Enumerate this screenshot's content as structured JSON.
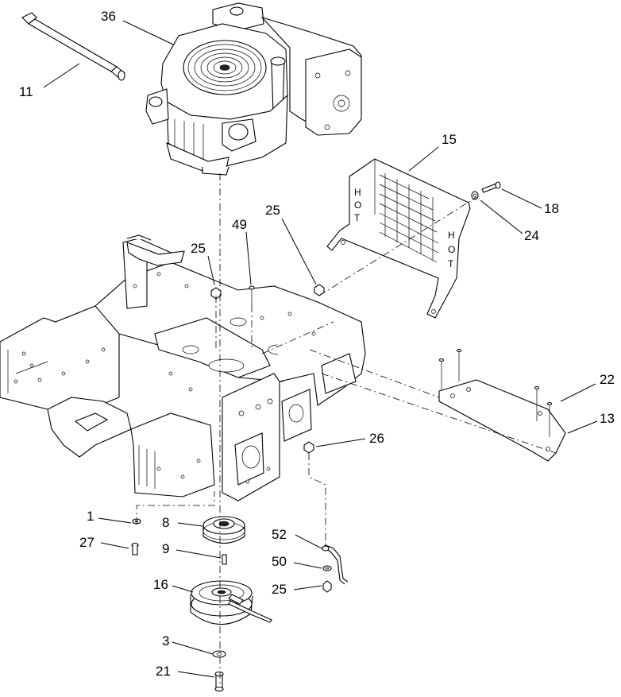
{
  "diagram": {
    "callouts": [
      {
        "id": "c36",
        "text": "36"
      },
      {
        "id": "c11",
        "text": "11"
      },
      {
        "id": "c15",
        "text": "15"
      },
      {
        "id": "c18",
        "text": "18"
      },
      {
        "id": "c24",
        "text": "24"
      },
      {
        "id": "c25a",
        "text": "25"
      },
      {
        "id": "c49",
        "text": "49"
      },
      {
        "id": "c25b",
        "text": "25"
      },
      {
        "id": "c22",
        "text": "22"
      },
      {
        "id": "c13",
        "text": "13"
      },
      {
        "id": "c26",
        "text": "26"
      },
      {
        "id": "c1",
        "text": "1"
      },
      {
        "id": "c8",
        "text": "8"
      },
      {
        "id": "c27",
        "text": "27"
      },
      {
        "id": "c9",
        "text": "9"
      },
      {
        "id": "c52",
        "text": "52"
      },
      {
        "id": "c50",
        "text": "50"
      },
      {
        "id": "c25c",
        "text": "25"
      },
      {
        "id": "c16",
        "text": "16"
      },
      {
        "id": "c3",
        "text": "3"
      },
      {
        "id": "c21",
        "text": "21"
      }
    ],
    "shield_lettering": [
      "H",
      "O",
      "T"
    ]
  }
}
